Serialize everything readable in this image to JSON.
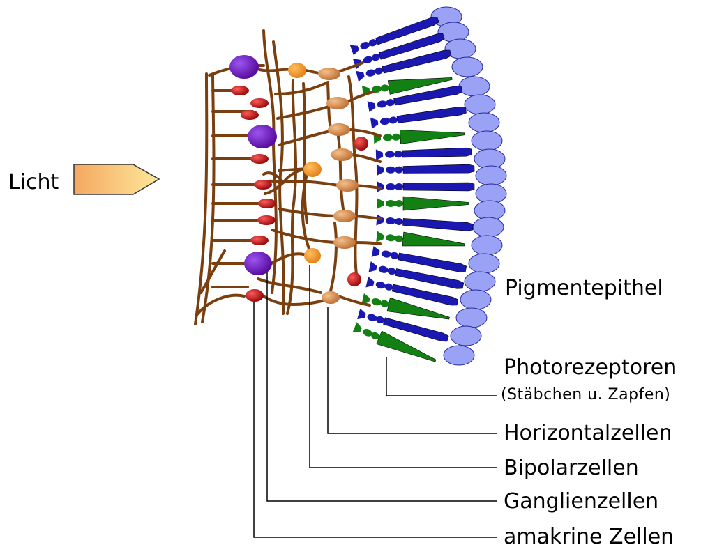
{
  "light_label": "Licht",
  "labels": {
    "pigment": "Pigmentepithel",
    "photoreceptors": "Photorezeptoren",
    "photoreceptors_sub": "(Stäbchen u. Zapfen)",
    "horizontal": "Horizontalzellen",
    "bipolar": "Bipolarzellen",
    "ganglion": "Ganglienzellen",
    "amacrine": "amakrine Zellen"
  },
  "colors": {
    "nerve_fiber": "#7a3f0e",
    "ganglion_cell": "#6a14b8",
    "amacrine_cell": "#b01010",
    "bipolar_cell": "#d98a4a",
    "horizontal_cell": "#f0921e",
    "rod": "#1a18b0",
    "cone": "#138013",
    "pigment_epithelium": "#9aa2f5",
    "light_arrow_start": "#f4a860",
    "light_arrow_end": "#fde89a"
  }
}
